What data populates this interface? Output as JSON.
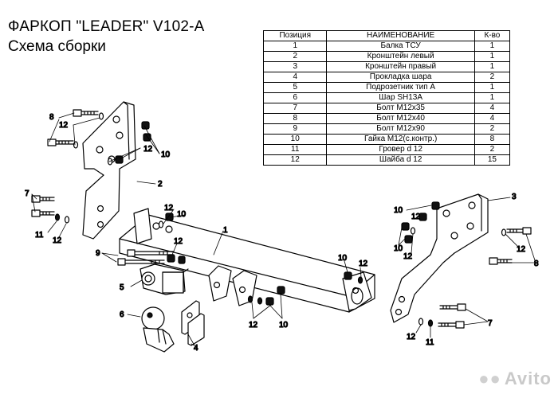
{
  "header": {
    "title": "ФАРКОП \"LEADER\" V102-A",
    "subtitle": "Схема сборки"
  },
  "parts_table": {
    "columns": [
      "Позиция",
      "НАИМЕНОВАНИЕ",
      "К-во"
    ],
    "rows": [
      [
        "1",
        "Балка ТСУ",
        "1"
      ],
      [
        "2",
        "Кронштейн левый",
        "1"
      ],
      [
        "3",
        "Кронштейн правый",
        "1"
      ],
      [
        "4",
        "Прокладка шара",
        "2"
      ],
      [
        "5",
        "Подрозетник тип А",
        "1"
      ],
      [
        "6",
        "Шар SH13A",
        "1"
      ],
      [
        "7",
        "Болт М12х35",
        "4"
      ],
      [
        "8",
        "Болт М12х40",
        "4"
      ],
      [
        "9",
        "Болт М12х90",
        "2"
      ],
      [
        "10",
        "Гайка М12(с.контр.)",
        "8"
      ],
      [
        "11",
        "Гровер d 12",
        "2"
      ],
      [
        "12",
        "Шайба d 12",
        "15"
      ]
    ]
  },
  "callouts": {
    "n1": "1",
    "n2": "2",
    "n3": "3",
    "n4": "4",
    "n5": "5",
    "n6": "6",
    "n7": "7",
    "n8": "8",
    "n9": "9",
    "n10": "10",
    "n11": "11",
    "n12": "12"
  },
  "watermark": {
    "text": "Avito"
  }
}
